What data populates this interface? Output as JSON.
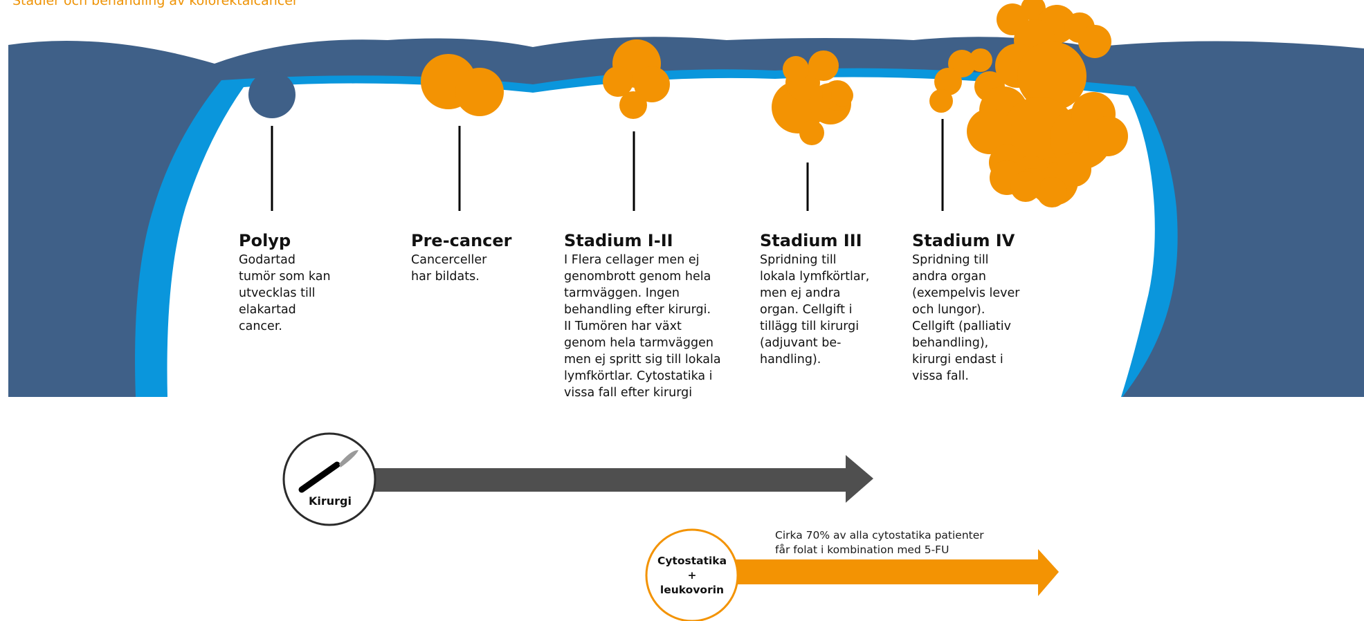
{
  "title": "Stadier och behandling av kolorektalcancer",
  "stages": [
    {
      "title": "Polyp",
      "description": "Godartad\ntumör som kan\nutvecklas till\nelakartad\ncancer."
    },
    {
      "title": "Pre-cancer",
      "description": "Cancerceller\nhar bildats."
    },
    {
      "title": "Stadium I-II",
      "description": "I Flera cellager men ej\ngenombrott genom hela\ntarmväggen. Ingen\nbehandling efter kirurgi.\nII Tumören har växt\ngenom hela tarmväggen\nmen ej spritt sig till lokala\nlymfkörtlar. Cytostatika i\nvissa fall efter kirurgi"
    },
    {
      "title": "Stadium III",
      "description": "Spridning till\nlokala lymfkörtlar,\nmen ej andra\norgan. Cellgift i\ntillägg till kirurgi\n(adjuvant be-\nhandling)."
    },
    {
      "title": "Stadium IV",
      "description": "Spridning till\nandra organ\n(exempelvis lever\noch lungor).\nCellgift (palliativ\nbehandling),\nkirurgi endast i\nvissa fall."
    }
  ],
  "treatments": {
    "surgery": {
      "label": "Kirurgi"
    },
    "chemo": {
      "label_line1": "Cytostatika",
      "label_line2": "+",
      "label_line3": "leukovorin",
      "note": "Cirka 70% av alla cytostatika patienter\nfår folat i kombination med 5-FU"
    }
  },
  "colors": {
    "tissue": "#3f6088",
    "lining": "#0a96dc",
    "tumor": "#f39303",
    "surgery_arrow": "#4f4f4f",
    "chemo_arrow": "#f39303",
    "title": "#ee9306"
  }
}
